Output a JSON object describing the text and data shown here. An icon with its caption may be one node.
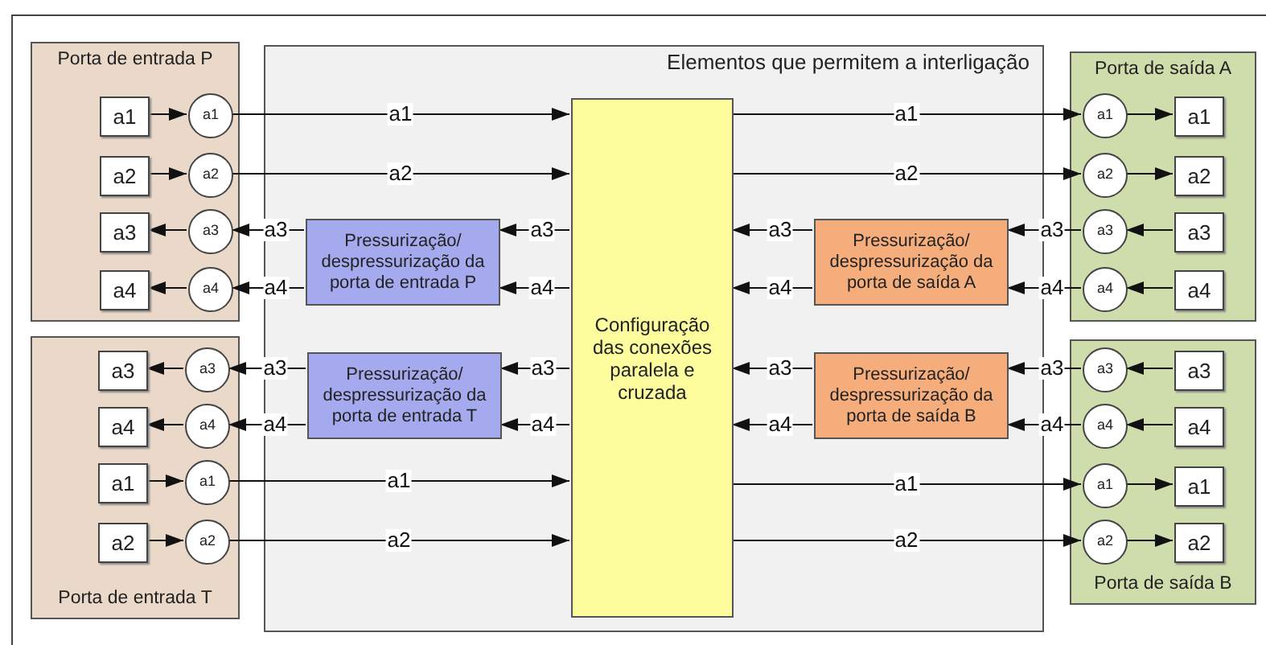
{
  "diagram": {
    "nodes": [
      {
        "text": [
          "Porta de entrada P"
        ]
      },
      {
        "text": [
          "a1"
        ],
        "in": 0
      },
      {
        "text": [
          "a1"
        ],
        "in": 0
      },
      {
        "text": [
          "a2"
        ],
        "in": 0
      },
      {
        "text": [
          "a2"
        ],
        "in": 0
      },
      {
        "text": [
          "a3"
        ],
        "in": 0
      },
      {
        "text": [
          "a3"
        ],
        "in": 0
      },
      {
        "text": [
          "a4"
        ],
        "in": 0
      },
      {
        "text": [
          "a4"
        ],
        "in": 0
      },
      {
        "text": [
          "Elementos que permitem a interligação"
        ]
      },
      {
        "text": [
          "Pressurização/ despressurização da porta de entrada P"
        ],
        "in": 9
      },
      {
        "text": [
          "Configuração das conexões paralela e cruzada"
        ],
        "in": 9
      },
      {
        "text": [
          "Pressurização/ despressurização da porta de saída A"
        ],
        "in": 9
      },
      {
        "text": [
          "Pressurização/ despressurização da porta de entrada T"
        ],
        "in": 9
      },
      {
        "text": [
          "Pressurização/ despressurização da porta de saída B"
        ],
        "in": 9
      },
      {
        "text": [
          "Porta de saída A"
        ]
      },
      {
        "text": [
          "a1"
        ],
        "in": 15
      },
      {
        "text": [
          "a1"
        ],
        "in": 15
      },
      {
        "text": [
          "a2"
        ],
        "in": 15
      },
      {
        "text": [
          "a2"
        ],
        "in": 15
      },
      {
        "text": [
          "a3"
        ],
        "in": 15
      },
      {
        "text": [
          "a3"
        ],
        "in": 15
      },
      {
        "text": [
          "a4"
        ],
        "in": 15
      },
      {
        "text": [
          "a4"
        ],
        "in": 15
      },
      {
        "text": [
          "Porta de entrada T"
        ]
      },
      {
        "text": [
          "a3"
        ],
        "in": 24
      },
      {
        "text": [
          "a3"
        ],
        "in": 24
      },
      {
        "text": [
          "a4"
        ],
        "in": 24
      },
      {
        "text": [
          "a4"
        ],
        "in": 24
      },
      {
        "text": [
          "a1"
        ],
        "in": 24
      },
      {
        "text": [
          "a1"
        ],
        "in": 24
      },
      {
        "text": [
          "a2"
        ],
        "in": 24
      },
      {
        "text": [
          "a2"
        ],
        "in": 24
      },
      {
        "text": [
          "Porta de saída B"
        ]
      },
      {
        "text": [
          "a3"
        ],
        "in": 33
      },
      {
        "text": [
          "a3"
        ],
        "in": 33
      },
      {
        "text": [
          "a4"
        ],
        "in": 33
      },
      {
        "text": [
          "a4"
        ],
        "in": 33
      },
      {
        "text": [
          "a1"
        ],
        "in": 33
      },
      {
        "text": [
          "a1"
        ],
        "in": 33
      },
      {
        "text": [
          "a2"
        ],
        "in": 33
      },
      {
        "text": [
          "a2"
        ],
        "in": 33
      }
    ],
    "edges": [
      {
        "from": 1,
        "to": 2,
        "arrow": "to"
      },
      {
        "from": 3,
        "to": 4,
        "arrow": "to"
      },
      {
        "from": 6,
        "to": 5,
        "arrow": "to"
      },
      {
        "from": 8,
        "to": 7,
        "arrow": "to"
      },
      {
        "from": 2,
        "to": 11,
        "arrow": "to",
        "label": "a1"
      },
      {
        "from": 4,
        "to": 11,
        "arrow": "to",
        "label": "a2"
      },
      {
        "from": 10,
        "to": 6,
        "arrow": "to",
        "label": "a3"
      },
      {
        "from": 10,
        "to": 8,
        "arrow": "to",
        "label": "a4"
      },
      {
        "from": 11,
        "to": 10,
        "arrow": "to",
        "label": "a3"
      },
      {
        "from": 11,
        "to": 10,
        "arrow": "to",
        "label": "a4"
      },
      {
        "from": 11,
        "to": 16,
        "arrow": "to",
        "label": "a1"
      },
      {
        "from": 11,
        "to": 18,
        "arrow": "to",
        "label": "a2"
      },
      {
        "from": 16,
        "to": 17,
        "arrow": "to"
      },
      {
        "from": 18,
        "to": 19,
        "arrow": "to"
      },
      {
        "from": 21,
        "to": 20,
        "arrow": "to"
      },
      {
        "from": 23,
        "to": 22,
        "arrow": "to"
      },
      {
        "from": 20,
        "to": 12,
        "arrow": "to",
        "label": "a3"
      },
      {
        "from": 22,
        "to": 12,
        "arrow": "to",
        "label": "a4"
      },
      {
        "from": 12,
        "to": 11,
        "arrow": "to",
        "label": "a3"
      },
      {
        "from": 12,
        "to": 11,
        "arrow": "to",
        "label": "a4"
      },
      {
        "from": 26,
        "to": 25,
        "arrow": "to"
      },
      {
        "from": 28,
        "to": 27,
        "arrow": "to"
      },
      {
        "from": 29,
        "to": 30,
        "arrow": "to"
      },
      {
        "from": 31,
        "to": 32,
        "arrow": "to"
      },
      {
        "from": 13,
        "to": 26,
        "arrow": "to",
        "label": "a3"
      },
      {
        "from": 13,
        "to": 28,
        "arrow": "to",
        "label": "a4"
      },
      {
        "from": 11,
        "to": 13,
        "arrow": "to",
        "label": "a3"
      },
      {
        "from": 11,
        "to": 13,
        "arrow": "to",
        "label": "a4"
      },
      {
        "from": 30,
        "to": 11,
        "arrow": "to",
        "label": "a1"
      },
      {
        "from": 32,
        "to": 11,
        "arrow": "to",
        "label": "a2"
      },
      {
        "from": 35,
        "to": 34,
        "arrow": "to"
      },
      {
        "from": 37,
        "to": 36,
        "arrow": "to"
      },
      {
        "from": 38,
        "to": 39,
        "arrow": "to"
      },
      {
        "from": 40,
        "to": 41,
        "arrow": "to"
      },
      {
        "from": 34,
        "to": 14,
        "arrow": "to",
        "label": "a3"
      },
      {
        "from": 36,
        "to": 14,
        "arrow": "to",
        "label": "a4"
      },
      {
        "from": 14,
        "to": 11,
        "arrow": "to",
        "label": "a3"
      },
      {
        "from": 14,
        "to": 11,
        "arrow": "to",
        "label": "a4"
      },
      {
        "from": 11,
        "to": 38,
        "arrow": "to",
        "label": "a1"
      },
      {
        "from": 11,
        "to": 40,
        "arrow": "to",
        "label": "a2"
      }
    ]
  }
}
